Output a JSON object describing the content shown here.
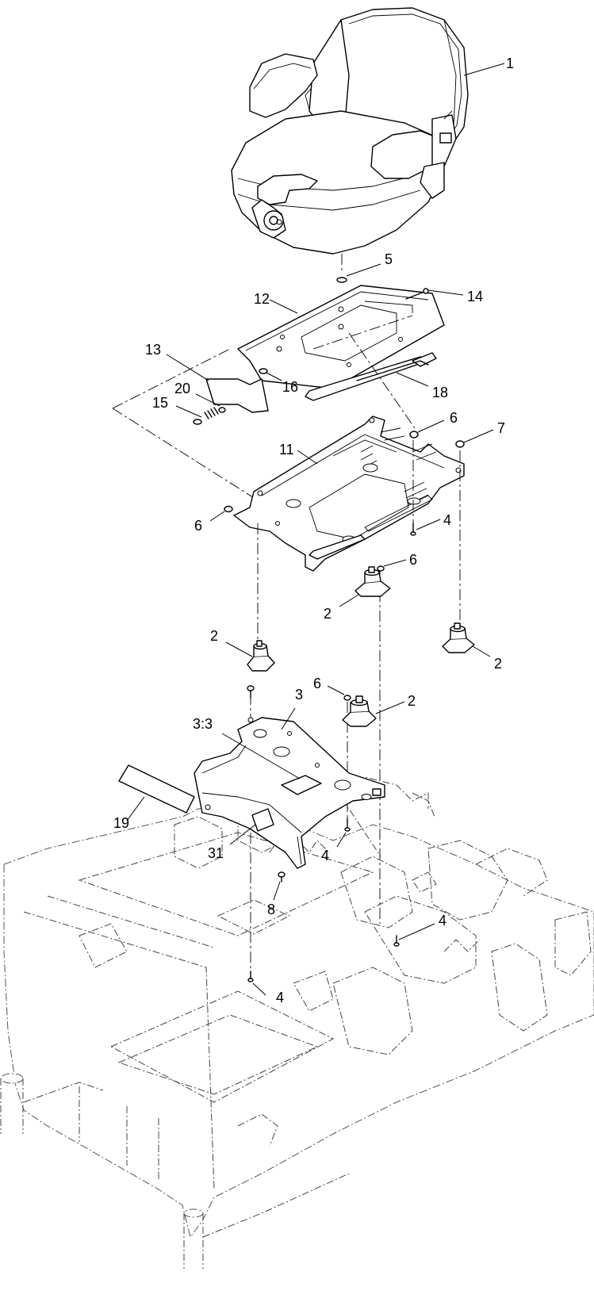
{
  "callouts": {
    "c1": "1",
    "c2a": "2",
    "c2b": "2",
    "c2c": "2",
    "c2d": "2",
    "c3": "3",
    "c3_3": "3:3",
    "c4a": "4",
    "c4b": "4",
    "c4c": "4",
    "c4d": "4",
    "c5": "5",
    "c6a": "6",
    "c6b": "6",
    "c6c": "6",
    "c6d": "6",
    "c7": "7",
    "c8": "8",
    "c11": "11",
    "c12": "12",
    "c13": "13",
    "c14": "14",
    "c15": "15",
    "c16": "16",
    "c18": "18",
    "c19": "19",
    "c20": "20",
    "c31": "31"
  },
  "colors": {
    "line": "#000000",
    "frame_line": "#444444",
    "background": "#ffffff"
  }
}
